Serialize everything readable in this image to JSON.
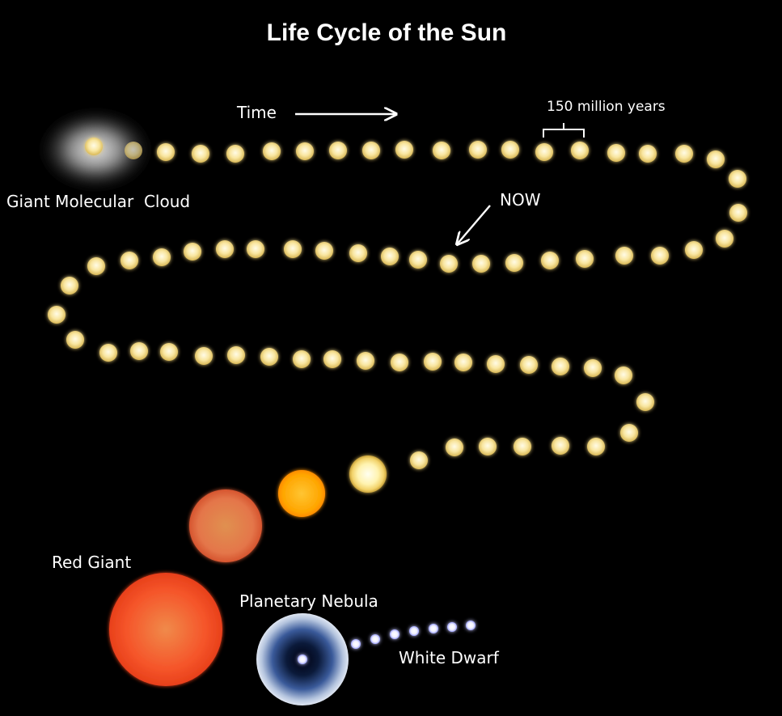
{
  "title": "Life Cycle of the Sun",
  "labels": {
    "time": "Time",
    "scale": "150 million years",
    "now": "NOW",
    "cloud": "Giant Molecular  Cloud",
    "red_giant": "Red Giant",
    "planetary_nebula": "Planetary Nebula",
    "white_dwarf": "White Dwarf"
  },
  "colors": {
    "background": "#000000",
    "sun_main_sequence": "#f7e08a",
    "sun_glow": "#fff6c8",
    "orange_star": "#ffb000",
    "expanding_star": "#d9733f",
    "red_giant": "#f04a1c",
    "nebula_blue": "#2c4a8a",
    "white_dwarf": "#ffffff"
  }
}
